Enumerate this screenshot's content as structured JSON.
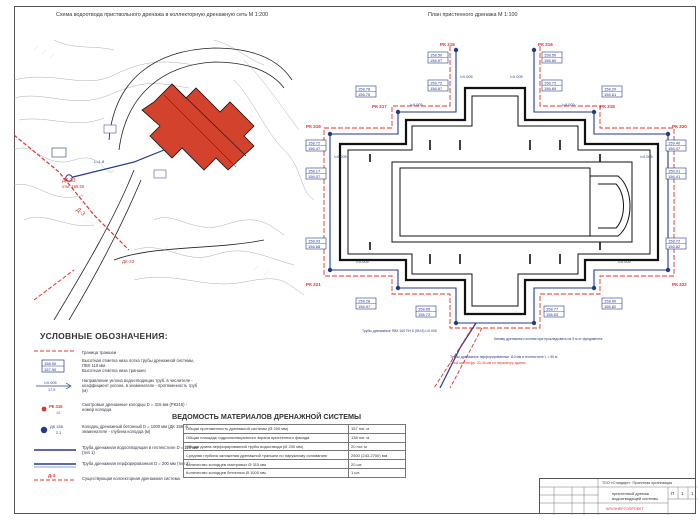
{
  "titles": {
    "left": "Схема водоотвода приствольного дренажа в коллекторную дренажную сеть М 1:200",
    "right": "План пристенного дренажа М 1:100"
  },
  "site_labels": {
    "dk": "ДК-33",
    "dk_short": "ДК-33",
    "dk_level": "отм. 158.55",
    "pipe_label": "L=1.8",
    "d3": "Д-3",
    "d3_right": "Д-3"
  },
  "plan_labels": {
    "pk_list": [
      "РК 315",
      "РК 316",
      "РК 317",
      "РК 318",
      "РК 319",
      "РК 320",
      "РК 321",
      "РК 322"
    ],
    "slope_tags": [
      "i=0.005",
      "i=0.005",
      "i=0.005",
      "i=0.005",
      "i=0.005",
      "i=0.005",
      "i=0.005",
      "i=0.005"
    ],
    "level_boxes": [
      [
        "158.50",
        "156.97"
      ],
      [
        "158.50",
        "156.80"
      ],
      [
        "158.78",
        "156.75"
      ],
      [
        "158.20",
        "156.61"
      ],
      [
        "158.72",
        "156.47"
      ],
      [
        "159.40",
        "156.47"
      ],
      [
        "158.17",
        "156.07"
      ],
      [
        "158.91",
        "156.41"
      ],
      [
        "158.93",
        "156.68"
      ],
      [
        "158.72",
        "156.82"
      ],
      [
        "158.28",
        "156.97"
      ],
      [
        "158.90",
        "156.82"
      ],
      [
        "158.65",
        "156.72"
      ],
      [
        "158.77",
        "156.63"
      ],
      [
        "158.72",
        "156.87"
      ],
      [
        "158.72",
        "156.65"
      ]
    ],
    "note_1": "Трубы дренажные ПВХ 160 ПН 6 (SN 8) i=0.005",
    "note_2": "Канаву дренажного коллектора прокладывать на 5 м от фундамента",
    "note_3": "Трубы дренажные перфорированные 110 мм в геотекстиле L = 95 м",
    "note_4": "Слой щебня фр. 20-40 мм по периметру здания"
  },
  "legend": {
    "title": "УСЛОВНЫЕ ОБОЗНАЧЕНИЯ:",
    "items": [
      {
        "text": "Граница траншеи"
      },
      {
        "text": "Высотная отметка низа лотка трубы дренажной системы, ПВХ 110 мм",
        "sub": "Высотная отметка низа траншеи",
        "box_top": "158.90",
        "box_bottom": "157.90"
      },
      {
        "text": "Направление уклона водоотводящих труб. в числителе - коэффициент уклона, в знаменателе - протяженность труб (м)",
        "slope": "i=0.005",
        "len": "17.9"
      },
      {
        "text": "Смотровые дренажные колодцы D = 315 мм (РК315) - номер колодца",
        "pk": "РК 315",
        "num": "10"
      },
      {
        "text": "Колодец дренажный бетонный D = 1000 мм (ДК 158) в знаменателе - глубина колодца (м)",
        "dk": "ДК 158",
        "depth": "2.1"
      },
      {
        "text": "Труба дренажная водоотводящая в геотекстиле D = 110 мм (тип 1)"
      },
      {
        "text": "Труба дренажная перфорированная D = 200 мм (тип 2)"
      },
      {
        "text": "Существующая коллекторная дренажная система",
        "code": "Д-3"
      }
    ]
  },
  "materials": {
    "title": "ВЕДОМОСТЬ МАТЕРИАЛОВ ДРЕНАЖНОЙ СИСТЕМЫ",
    "rows": [
      {
        "name": "Общая протяженность дренажной системы (Ø 200 мм)",
        "value": "157 пог. м"
      },
      {
        "name": "Общая площадь гидроизоляционного экрана пристенного фасада",
        "value": "138 пог. м"
      },
      {
        "name": "Общая длина перфорированной трубы водоотвода (Ø 200 мм)",
        "value": "20 пог. м"
      },
      {
        "name": "Средняя глубина заложения дренажной траншеи по наружному основанию",
        "value": "2500 (243-2700) мм"
      },
      {
        "name": "Количество колодцев смотровых Ø 315 мм",
        "value": "20 шт."
      },
      {
        "name": "Количество колодцев бетонных Ø 1000 мм",
        "value": "1 шт."
      }
    ]
  },
  "stamp": {
    "project": "ТОО «Стандарт». Проектная организация",
    "sheet_title": "пристенный дренаж",
    "sheet_sub": "водоотводящей системы",
    "stage": "П",
    "sheet": "1",
    "sheets": "1",
    "org": "АРХЭНЕРГОПРОЕКТ"
  },
  "colors": {
    "roof": "#d2422c",
    "trench": "#e8302a",
    "pipe": "#233a8a",
    "wall": "#111111",
    "contour": "#9aa0a8"
  }
}
